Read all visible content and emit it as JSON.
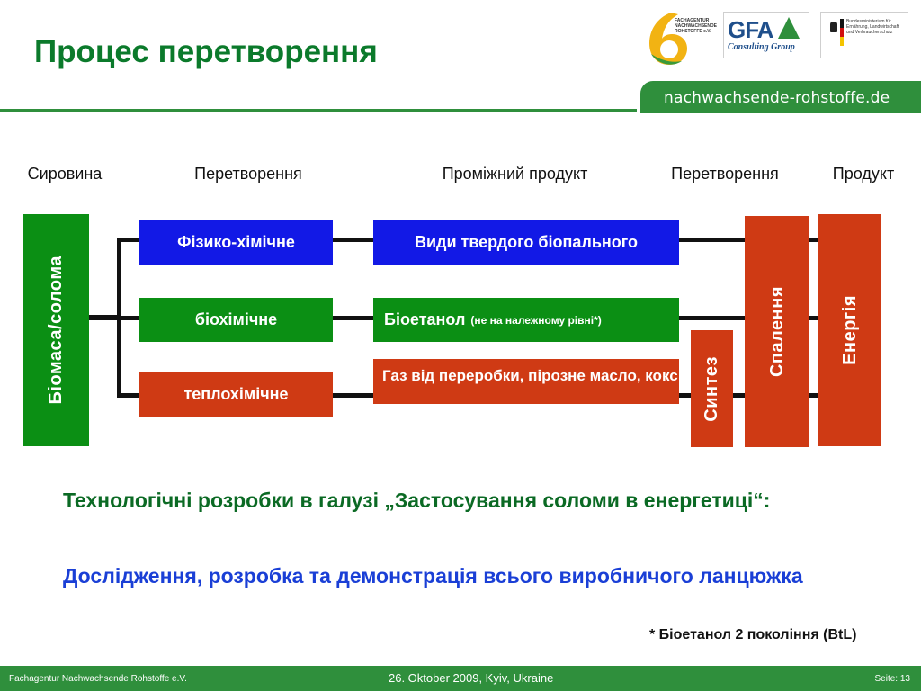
{
  "slide": {
    "title": "Процес перетворення",
    "url": "nachwachsende-rohstoffe.de"
  },
  "logos": {
    "fnr_text": "FACHAGENTUR NACHWACHSENDE ROHSTOFFE e.V.",
    "gfa_name": "GFA",
    "gfa_sub": "Consulting Group",
    "bmelv_text": "Bundesministerium für Ernährung, Landwirtschaft und Verbraucherschutz"
  },
  "columns": {
    "raw": "Сировина",
    "conversion1": "Перетворення",
    "intermediate": "Проміжний продукт",
    "conversion2": "Перетворення",
    "product": "Продукт"
  },
  "diagram": {
    "biomass": "Біомаса/солома",
    "processes": [
      "Фізико-хімічне",
      "біохімічне",
      "теплохімічне"
    ],
    "intermediates": {
      "solid": "Види твердого біопального",
      "bioethanol": "Біоетанол",
      "bioethanol_note": "(не на належному рівні*)",
      "gas": "Газ від переробки, пірозне масло, кокс"
    },
    "synthesis": "Синтез",
    "combustion": "Спалення",
    "energy": "Енергія"
  },
  "text": {
    "line1": "Технологічні розробки в галузі „Застосування соломи в енергетиці“:",
    "line2": "Дослідження, розробка та демонстрація всього виробничого ланцюжка",
    "footnote": "* Біоетанол 2 покоління (BtL)"
  },
  "footer": {
    "org": "Fachagentur Nachwachsende Rohstoffe e.V.",
    "date_place": "26. Oktober 2009, Kyiv, Ukraine",
    "page": "Seite: 13"
  },
  "colors": {
    "green_dark": "#0b7a2b",
    "green_bar": "#2f8f3c",
    "blue_box": "#1219e6",
    "green_box": "#0b8f14",
    "red_box": "#cf3a14",
    "text_blue": "#1a3fd6"
  }
}
